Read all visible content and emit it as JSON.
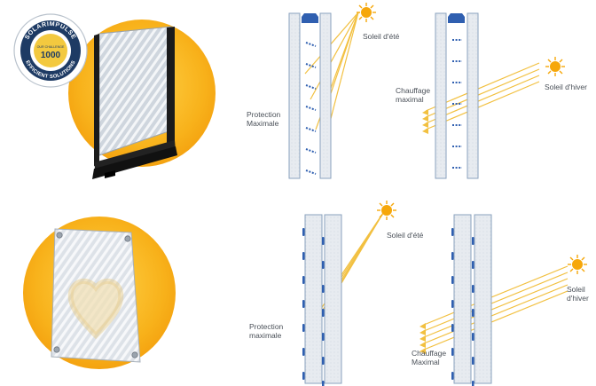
{
  "badge": {
    "top_text": "SOLARIMPULSE",
    "bottom_text": "EFFICIENT SOLUTIONS",
    "small_text": "OUR CHALLENGE",
    "number": "1000"
  },
  "diagrams": {
    "top_summer": {
      "label": "Protection\nMaximale",
      "sun_label": "Soleil d'été"
    },
    "top_winter": {
      "label": "Chauffage\nmaximal",
      "sun_label": "Soleil d'hiver"
    },
    "bottom_summer": {
      "label": "Protection\nmaximale",
      "sun_label": "Soleil d'été"
    },
    "bottom_winter": {
      "label": "Chauffage\nMaximal",
      "sun_label": "Soleil\nd'hiver"
    }
  },
  "colors": {
    "sun_disc": "#f6a70a",
    "ray": "#f2c040",
    "glass": "#e4e8ee",
    "frame": "#8aa2be",
    "slat": "#2f5fb0",
    "product_frame": "#1a1a1a"
  },
  "icons": [
    "sun-icon",
    "heart-icon",
    "solar-impulse-badge"
  ]
}
